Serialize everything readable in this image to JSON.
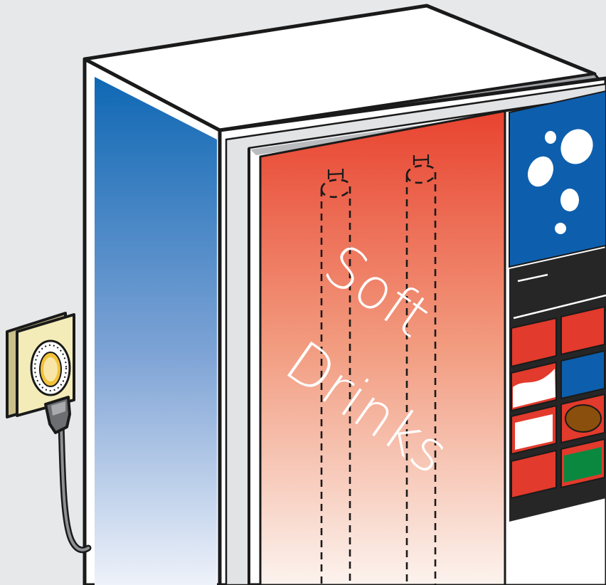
{
  "machine": {
    "sign_word_1": "Soft",
    "sign_word_2": "Drinks"
  },
  "icons": {
    "illustration": "vending-machine-illustration",
    "outlet": "wall-outlet-timer-icon",
    "plug": "power-plug-icon",
    "bubbles": "bubbles-logo-icon"
  },
  "colors": {
    "background": "#e7e8ea",
    "side_blue_top": "#0f68b4",
    "side_blue_bottom": "#e8eef8",
    "front_red_top": "#e8432f",
    "front_red_bottom": "#fbf1ec",
    "logo_blue": "#0d5fae",
    "selection_red": "#e23a2c",
    "selection_blue": "#0d5fae",
    "selection_green": "#0b8840",
    "selection_brown": "#8a4f0c",
    "outlet_cream": "#f4ecb8",
    "dial_gold": "#f2c23a"
  }
}
